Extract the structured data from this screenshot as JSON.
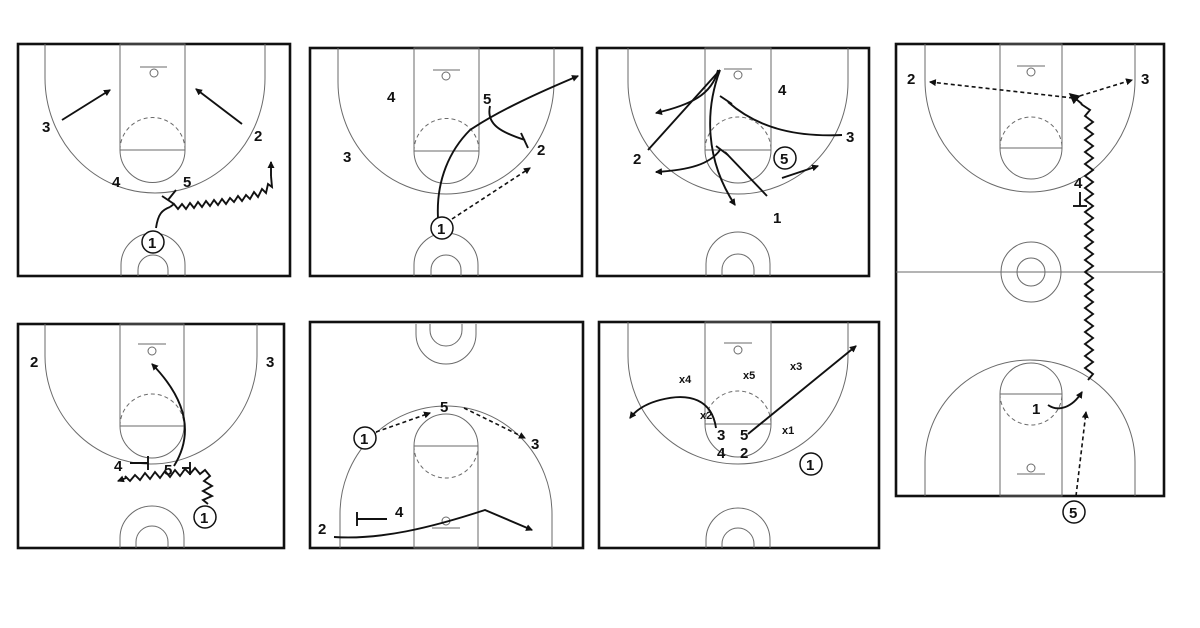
{
  "diagrams": [
    {
      "id": "d1",
      "labels": [
        {
          "text": "3"
        },
        {
          "text": "2"
        },
        {
          "text": "4"
        },
        {
          "text": "5"
        },
        {
          "text": "1",
          "circled": true
        }
      ]
    },
    {
      "id": "d2",
      "labels": [
        {
          "text": "4"
        },
        {
          "text": "5"
        },
        {
          "text": "3"
        },
        {
          "text": "2"
        },
        {
          "text": "1",
          "circled": true
        }
      ]
    },
    {
      "id": "d3",
      "labels": [
        {
          "text": "4"
        },
        {
          "text": "3"
        },
        {
          "text": "2"
        },
        {
          "text": "5",
          "circled": true
        },
        {
          "text": "1"
        }
      ]
    },
    {
      "id": "d4",
      "labels": [
        {
          "text": "2"
        },
        {
          "text": "3"
        },
        {
          "text": "4"
        },
        {
          "text": "1"
        },
        {
          "text": "5",
          "circled": true
        }
      ]
    },
    {
      "id": "d5",
      "labels": [
        {
          "text": "2"
        },
        {
          "text": "3"
        },
        {
          "text": "4"
        },
        {
          "text": "5"
        },
        {
          "text": "1",
          "circled": true
        }
      ]
    },
    {
      "id": "d6",
      "labels": [
        {
          "text": "5"
        },
        {
          "text": "1",
          "circled": true
        },
        {
          "text": "3"
        },
        {
          "text": "4"
        },
        {
          "text": "2"
        }
      ]
    },
    {
      "id": "d7",
      "labels": [
        {
          "text": "x4"
        },
        {
          "text": "x5"
        },
        {
          "text": "x3"
        },
        {
          "text": "x2"
        },
        {
          "text": "x1"
        },
        {
          "text": "3"
        },
        {
          "text": "5"
        },
        {
          "text": "4"
        },
        {
          "text": "2"
        },
        {
          "text": "1",
          "circled": true
        }
      ]
    }
  ]
}
